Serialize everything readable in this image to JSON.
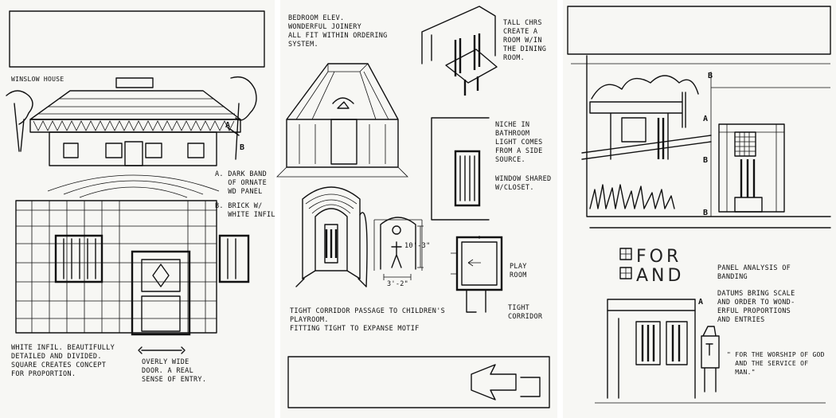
{
  "pages": [
    {
      "title": "WINSLOW HOUSE",
      "labels": {
        "a": "A",
        "b": "B"
      },
      "notes": {
        "dark_band": "A. DARK BAND\n   OF ORNATE\n   WD PANEL",
        "brick": "B. BRICK W/\n   WHITE INFIL",
        "white_infil": "WHITE INFIL. BEAUTIFULLY\nDETAILED AND DIVIDED.\nSQUARE CREATES CONCEPT\nFOR PROPORTION.",
        "door": "OVERLY WIDE\nDOOR. A REAL\nSENSE OF ENTRY."
      }
    },
    {
      "notes": {
        "bedroom": "BEDROOM ELEV.\nWONDERFUL JOINERY\nALL FIT WITHIN ORDERING\nSYSTEM.",
        "chairs": "TALL CHRS\nCREATE A\nROOM W/IN\nTHE DINING\nROOM.",
        "niche": "NICHE IN\nBATHROOM\nLIGHT COMES\nFROM A SIDE\nSOURCE.",
        "window": "WINDOW SHARED\nW/CLOSET.",
        "height": "10'-3\"",
        "width": "3'-2\"",
        "play": "PLAY\nROOM",
        "tight": "TIGHT\nCORRIDOR",
        "corridor": "TIGHT CORRIDOR PASSAGE TO CHILDREN'S\nPLAYROOM.\nFITTING TIGHT TO EXPANSE MOTIF"
      }
    },
    {
      "labels": {
        "a1": "A",
        "a2": "A",
        "b1": "B",
        "b2": "B",
        "b3": "B"
      },
      "sign": {
        "line1": "FOR",
        "line2": "AND"
      },
      "notes": {
        "panel": "PANEL ANALYSIS OF\nBANDING",
        "datums": "DATUMS BRING SCALE\nAND ORDER TO WOND-\nERFUL PROPORTIONS\nAND ENTRIES",
        "quote": "\" FOR THE WORSHIP OF GOD\n  AND THE SERVICE OF\n  MAN.\""
      }
    }
  ]
}
